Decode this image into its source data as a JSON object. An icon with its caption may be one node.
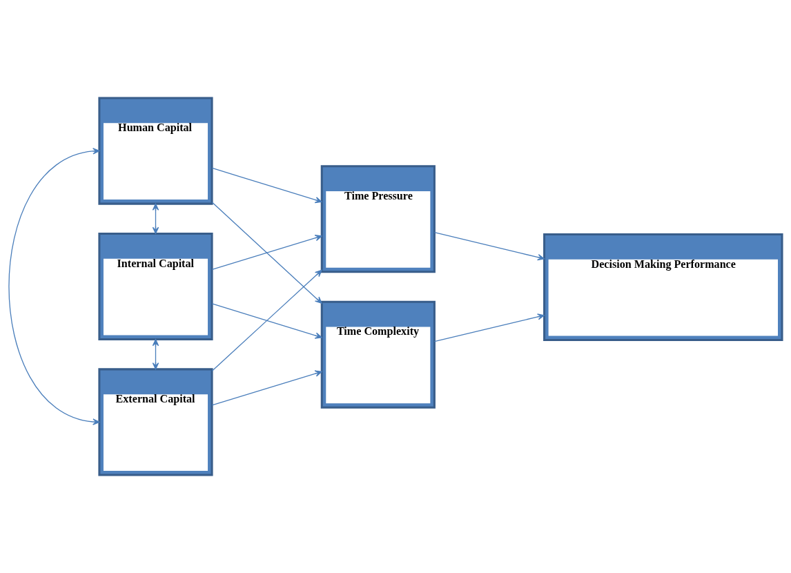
{
  "diagram": {
    "nodes": [
      {
        "text": [
          "Human Capital"
        ]
      },
      {
        "text": [
          "Internal Capital"
        ]
      },
      {
        "text": [
          "External Capital"
        ]
      },
      {
        "text": [
          "Time Pressure"
        ]
      },
      {
        "text": [
          "Time Complexity"
        ]
      },
      {
        "text": [
          "Decision Making Performance"
        ]
      }
    ],
    "edges": [
      {
        "from": 0,
        "to": 3,
        "arrow": "to"
      },
      {
        "from": 0,
        "to": 4,
        "arrow": "to"
      },
      {
        "from": 0,
        "to": 1,
        "arrow": "both"
      },
      {
        "from": 0,
        "to": 2,
        "arrow": "both"
      },
      {
        "from": 1,
        "to": 2,
        "arrow": "both"
      },
      {
        "from": 1,
        "to": 3,
        "arrow": "to"
      },
      {
        "from": 1,
        "to": 4,
        "arrow": "to"
      },
      {
        "from": 2,
        "to": 3,
        "arrow": "to"
      },
      {
        "from": 2,
        "to": 4,
        "arrow": "to"
      },
      {
        "from": 3,
        "to": 5,
        "arrow": "to"
      },
      {
        "from": 4,
        "to": 5,
        "arrow": "to"
      }
    ]
  }
}
